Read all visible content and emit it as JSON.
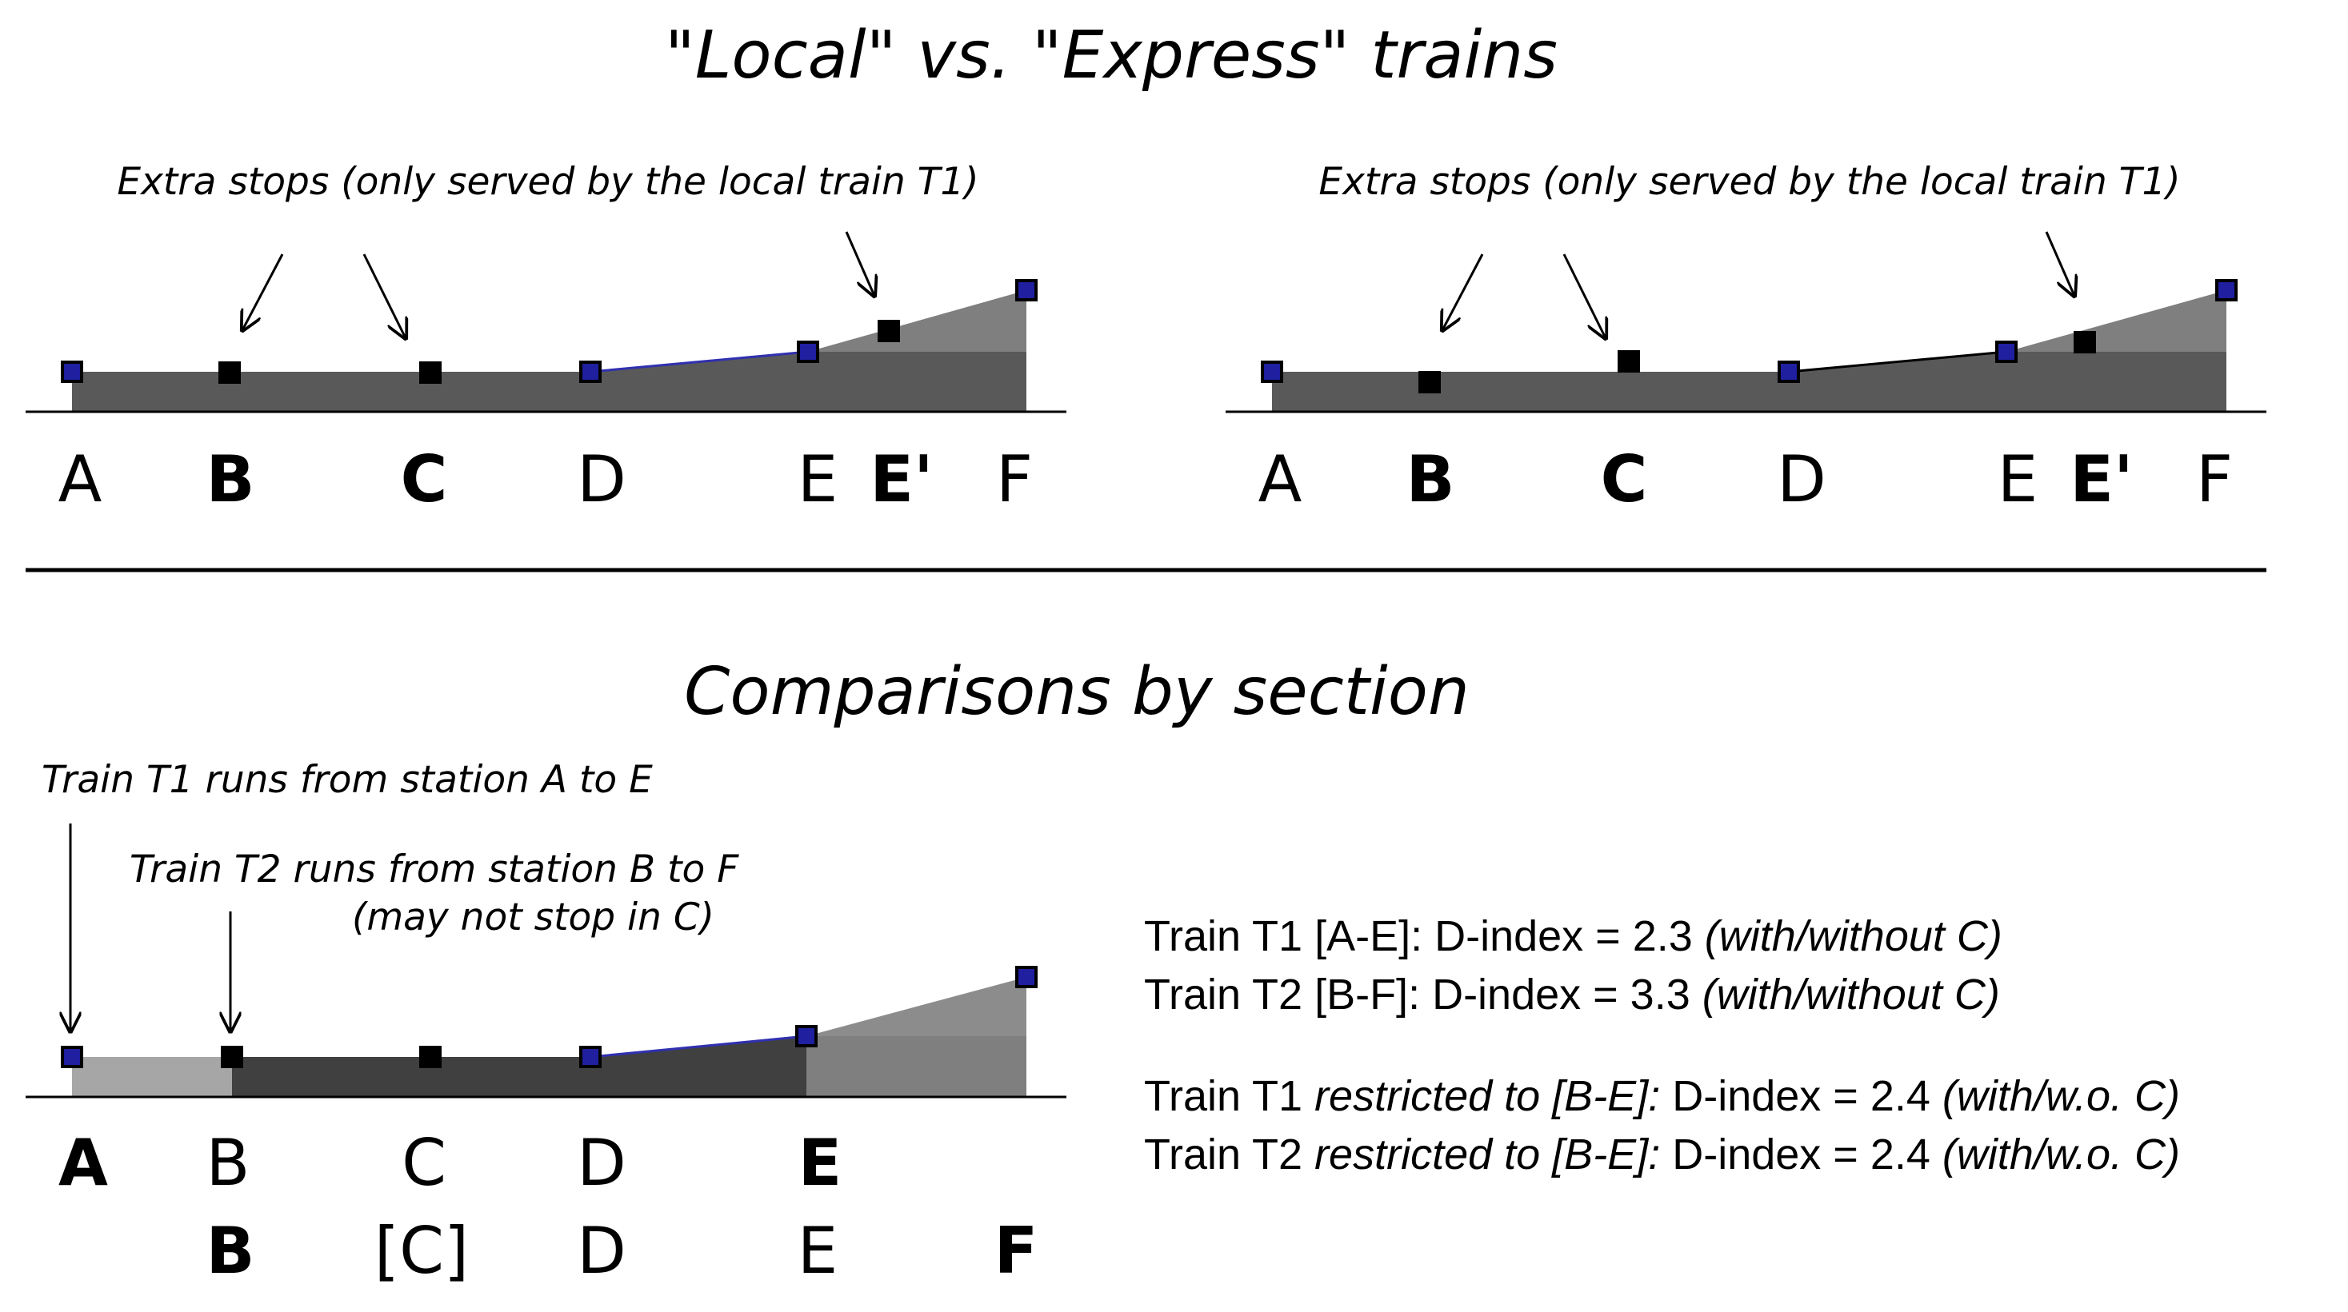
{
  "title_top": "\"Local\" vs. \"Express\" trains",
  "title_bottom": "Comparisons by section",
  "panel_left": {
    "note": "Extra stops (only served by the local train T1)",
    "stations": [
      "A",
      "B",
      "C",
      "D",
      "E",
      "E'",
      "F"
    ],
    "bold_stations": [
      "B",
      "C",
      "E'"
    ]
  },
  "panel_right": {
    "note": "Extra stops (only served by the local train T1)",
    "stations": [
      "A",
      "B",
      "C",
      "D",
      "E",
      "E'",
      "F"
    ],
    "bold_stations": [
      "B",
      "C",
      "E'"
    ]
  },
  "panel_bottom": {
    "note_t1": "Train T1 runs from station A to E",
    "note_t2": "Train T2 runs from station B to F",
    "note_t2b": "(may not stop in C)",
    "row1": [
      "A",
      "B",
      "C",
      "D",
      "E"
    ],
    "row1_bold": [
      "A",
      "E"
    ],
    "row2": [
      "B",
      "[C]",
      "D",
      "E",
      "F"
    ],
    "row2_bold": [
      "B",
      "F"
    ]
  },
  "results": [
    {
      "label": "Train T1  [A-E]:  D-index  = 2.3 ",
      "note": "(with/without C)"
    },
    {
      "label": "Train T2  [B-F]:  D-index  = 3.3 ",
      "note": "(with/without C)"
    },
    {
      "label_pre": "Train T1 ",
      "label_it": "restricted to [B-E]:",
      "label_post": " D-index  = 2.4 ",
      "note": "(with/w.o. C)"
    },
    {
      "label_pre": "Train T2 ",
      "label_it": "restricted to [B-E]:",
      "label_post": " D-index  = 2.4 ",
      "note": "(with/w.o. C)"
    }
  ],
  "colors": {
    "fill_dark": "#595959",
    "fill_mid": "#7f7f7f",
    "fill_light": "#a6a6a6",
    "fill_darkest": "#404040",
    "marker_blue": "#1f1f9f",
    "marker_black": "#000000"
  }
}
